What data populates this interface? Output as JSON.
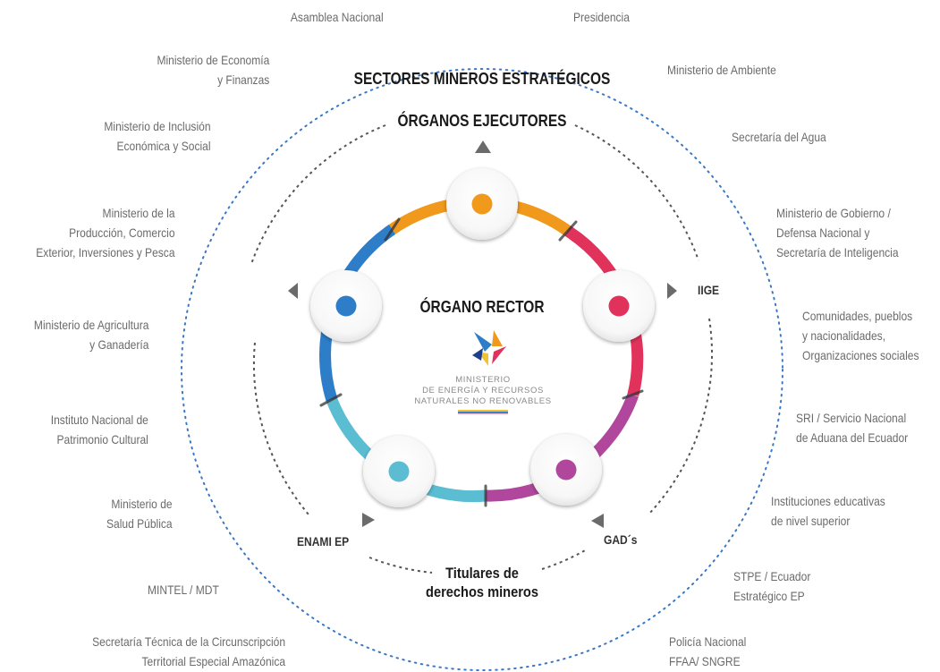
{
  "titles": {
    "outer": "SECTORES MINEROS ESTRATÉGICOS",
    "executors": "ÓRGANOS EJECUTORES",
    "rector": "ÓRGANO RECTOR",
    "holders": [
      "Titulares de",
      "derechos mineros"
    ]
  },
  "nodes": {
    "iige": "IIGE",
    "gads": "GAD´s",
    "enami": "ENAMI EP"
  },
  "logo": {
    "lines": [
      "MINISTERIO",
      "DE ENERGÍA Y RECURSOS",
      "NATURALES NO RENOVABLES"
    ]
  },
  "left_entities": [
    [
      "Asamblea Nacional"
    ],
    [
      "Ministerio de Economía",
      "y Finanzas"
    ],
    [
      "Ministerio de Inclusión",
      "Económica y Social"
    ],
    [
      "Ministerio de la",
      "Producción, Comercio",
      "Exterior, Inversiones y Pesca"
    ],
    [
      "Ministerio de Agricultura",
      "y Ganadería"
    ],
    [
      "Instituto Nacional de",
      "Patrimonio Cultural"
    ],
    [
      "Ministerio de",
      "Salud Pública"
    ],
    [
      "MINTEL / MDT"
    ],
    [
      "Secretaría Técnica de la Circunscripción",
      "Territorial Especial Amazónica"
    ]
  ],
  "right_entities": [
    [
      "Presidencia"
    ],
    [
      "Ministerio de Ambiente"
    ],
    [
      "Secretaría del Agua"
    ],
    [
      "Ministerio de Gobierno /",
      "Defensa Nacional y",
      "Secretaría de Inteligencia"
    ],
    [
      "Comunidades, pueblos",
      "y nacionalidades,",
      "Organizaciones sociales"
    ],
    [
      "SRI / Servicio Nacional",
      "de Aduana del Ecuador"
    ],
    [
      "Instituciones educativas",
      "de nivel superior"
    ],
    [
      "STPE / Ecuador",
      "Estratégico EP"
    ],
    [
      "Policía Nacional",
      "FFAA/ SNGRE"
    ]
  ],
  "colors": {
    "outer_ring": "#3a77c4",
    "node_orange": "#f0991c",
    "node_red": "#e0325a",
    "node_purple": "#b0479c",
    "node_cyan": "#5bbdd2",
    "node_blue": "#2e7dc8",
    "dashed": "#555555"
  }
}
